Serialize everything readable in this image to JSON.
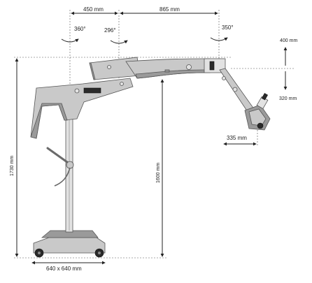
{
  "dimensions": {
    "top_left_width": "450 mm",
    "top_right_width": "865 mm",
    "rotation_base": "360°",
    "rotation_mid": "296°",
    "rotation_right": "350°",
    "tilt_up": "400 mm",
    "tilt_down": "320 mm",
    "total_height": "1730 mm",
    "arm_height": "1600 mm",
    "scope_reach": "335 mm",
    "base_size": "640 x 640 mm"
  },
  "colors": {
    "dimension_line": "#222222",
    "machine_body": "#c9c9c9",
    "machine_shadow": "#9a9a9a",
    "accent_dark": "#2a2a2a"
  }
}
